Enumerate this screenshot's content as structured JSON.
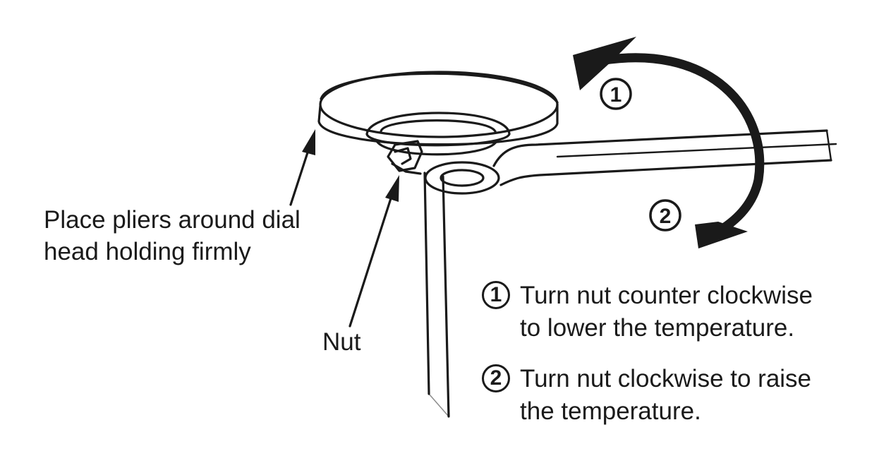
{
  "labels": {
    "pliers_line1": "Place pliers around dial",
    "pliers_line2": "head holding firmly",
    "nut": "Nut"
  },
  "arrow_markers": {
    "ccw": "1",
    "cw": "2"
  },
  "steps": [
    {
      "number": "1",
      "line1": "Turn nut counter clockwise",
      "line2": "to lower the temperature."
    },
    {
      "number": "2",
      "line1": "Turn nut clockwise to raise",
      "line2": "the temperature."
    }
  ]
}
